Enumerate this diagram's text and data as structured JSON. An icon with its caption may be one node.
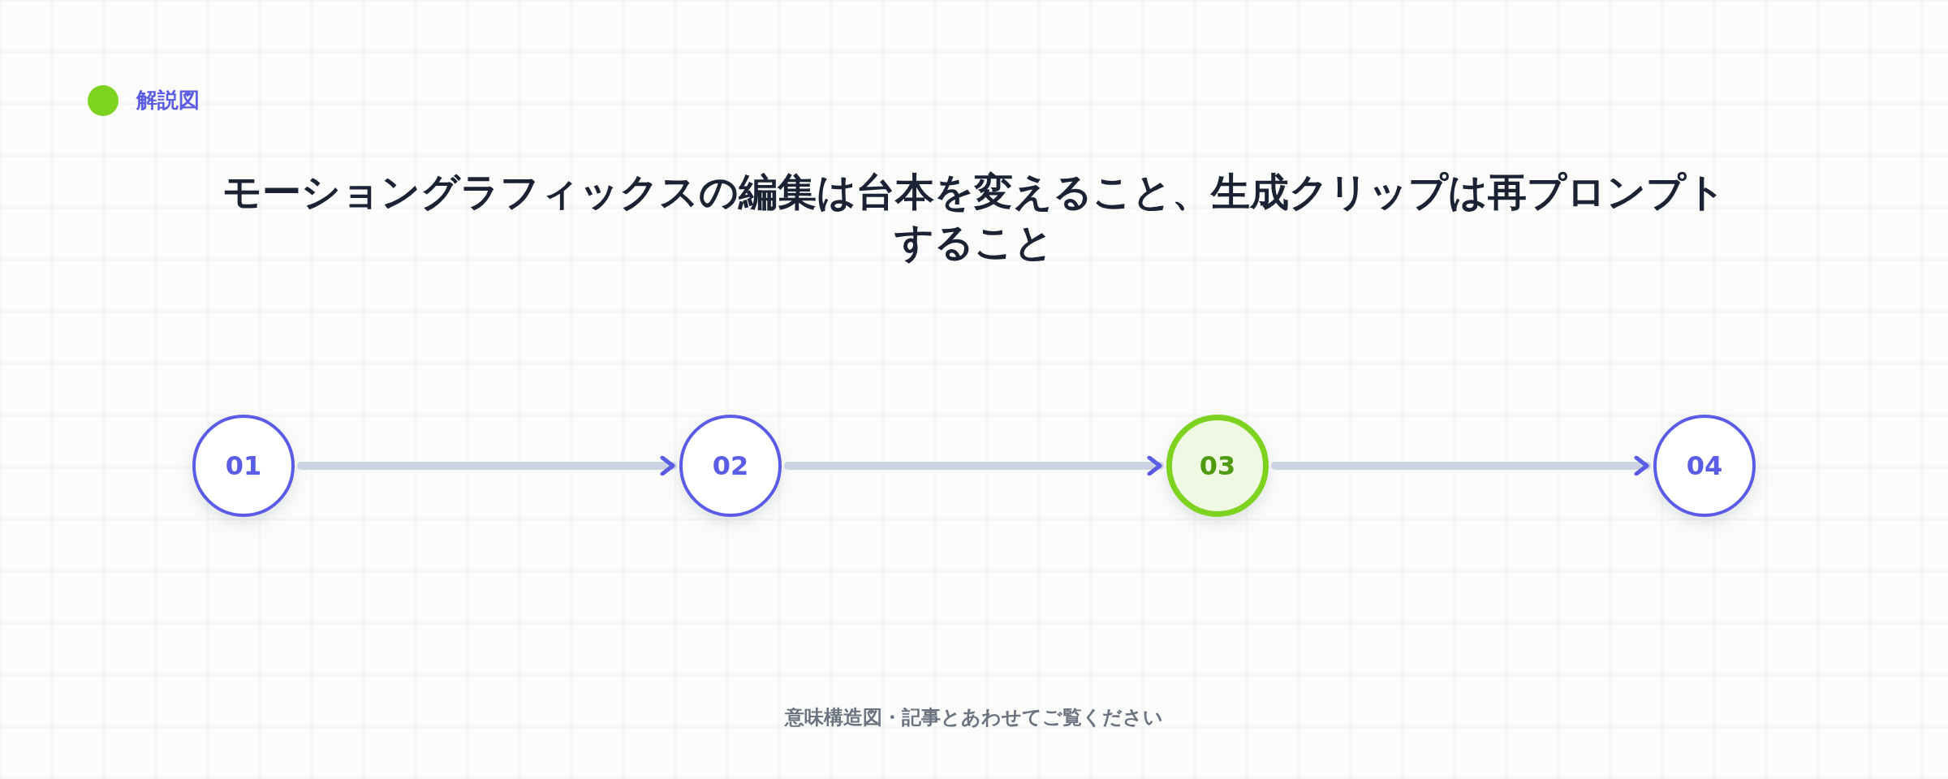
{
  "diagram": {
    "title": "モーショングラフィックスの編集は台本を変えること、生成クリップは再プロンプトすること",
    "nodes": [
      {
        "text": [
          "01"
        ]
      },
      {
        "text": [
          "02"
        ]
      },
      {
        "text": [
          "03"
        ]
      },
      {
        "text": [
          "04"
        ]
      }
    ],
    "edges": [
      {
        "from": 0,
        "to": 1,
        "arrow": "to"
      },
      {
        "from": 1,
        "to": 2,
        "arrow": "to"
      },
      {
        "from": 2,
        "to": 3,
        "arrow": "to"
      }
    ],
    "labels": [
      "解説図",
      "意味構造図・記事とあわせてご覧ください"
    ]
  }
}
